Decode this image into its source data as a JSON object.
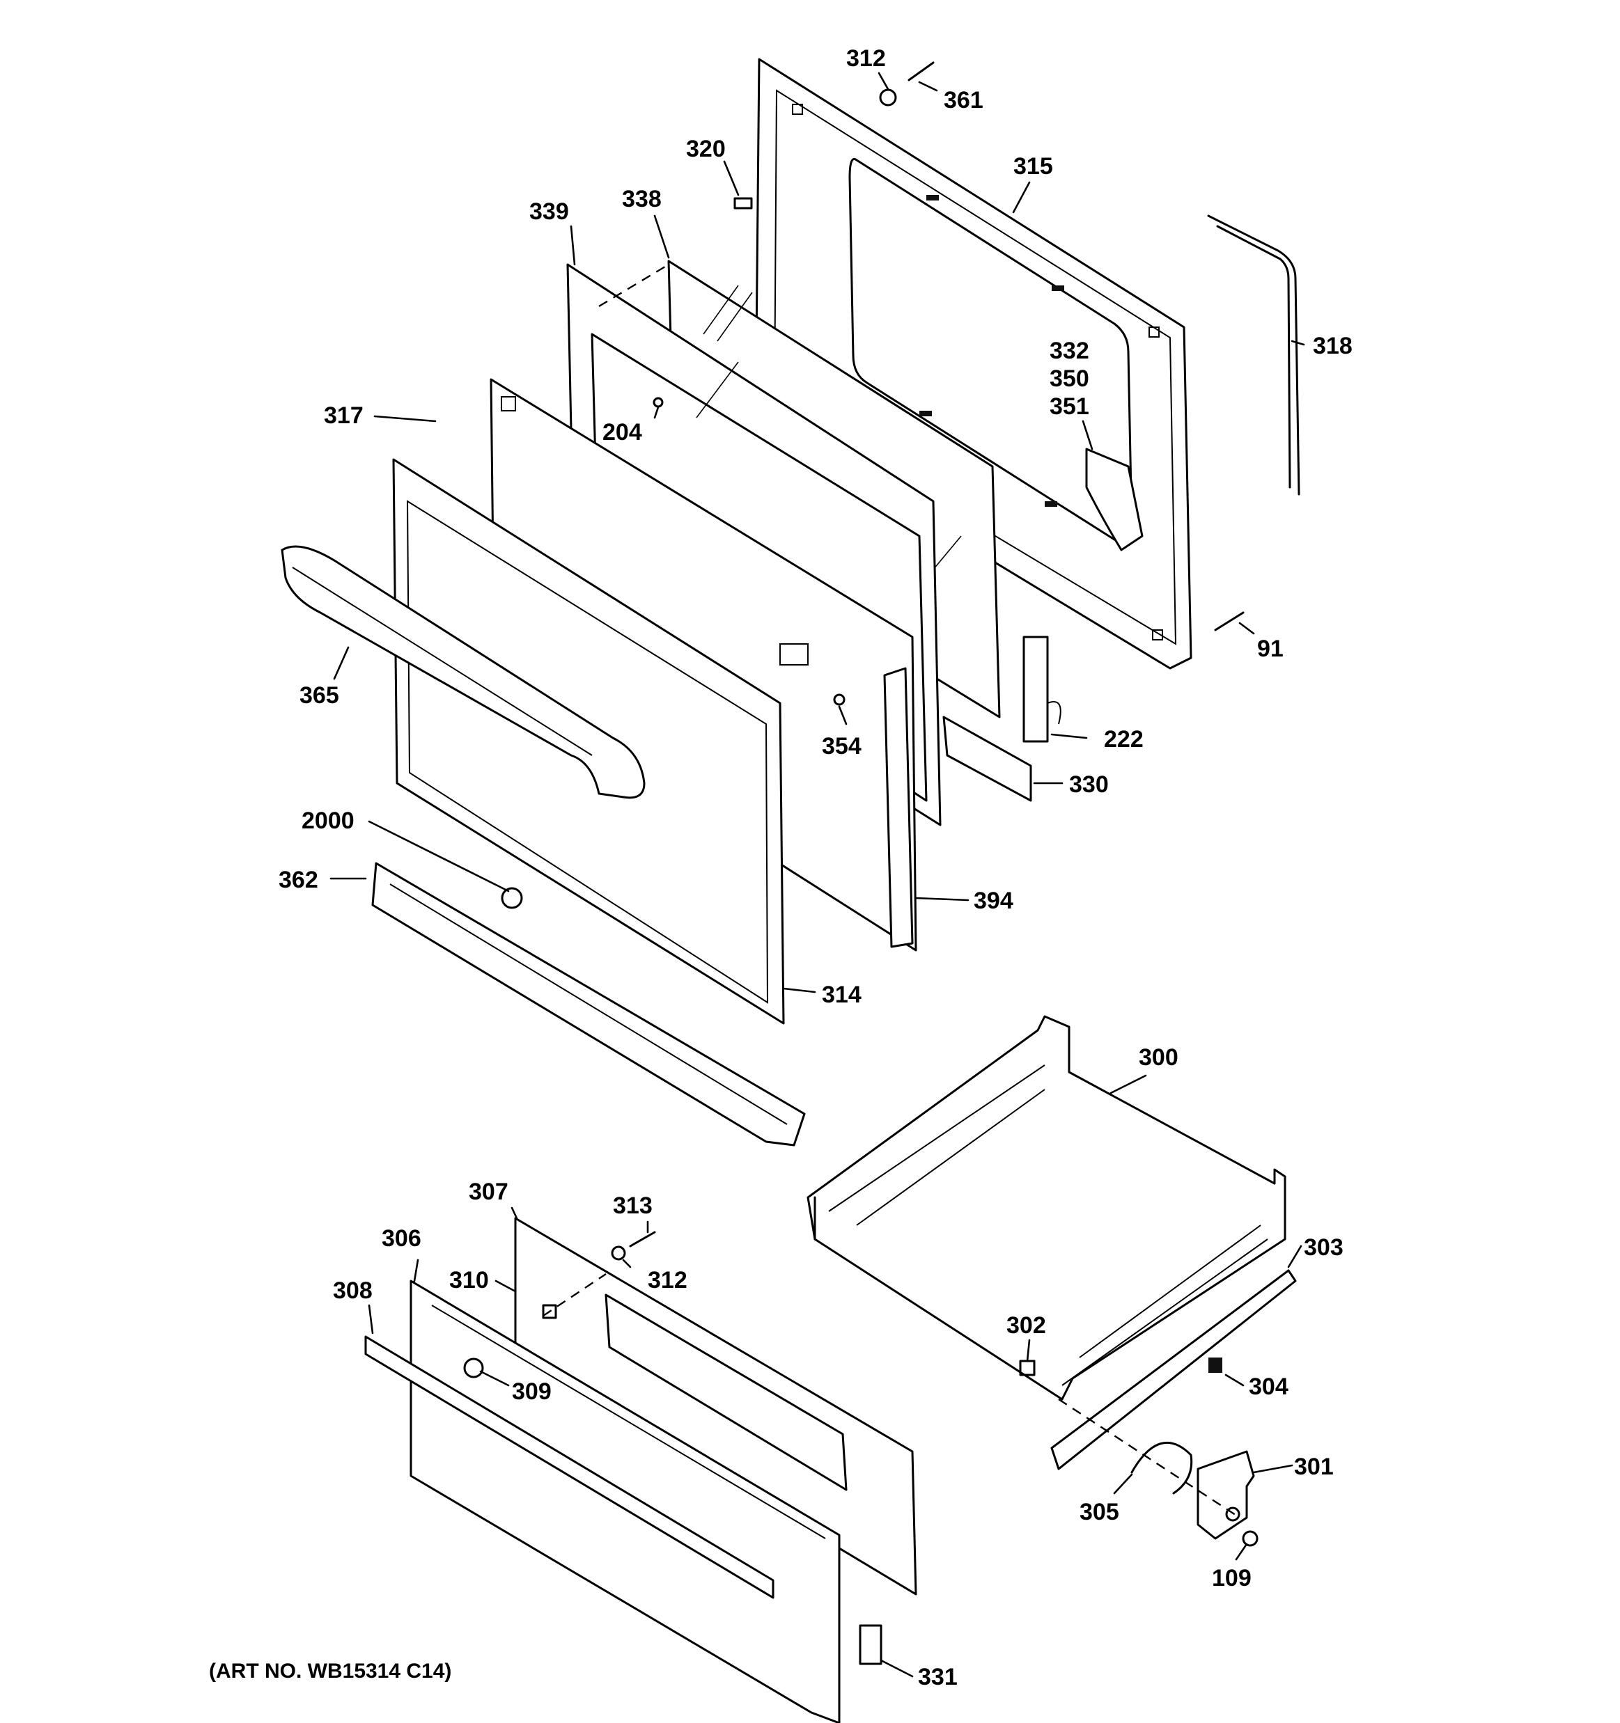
{
  "art_number": "(ART NO. WB15314 C14)",
  "callouts": {
    "c312a": "312",
    "c361": "361",
    "c320": "320",
    "c315": "315",
    "c339": "339",
    "c338": "338",
    "c318": "318",
    "c332": "332",
    "c350": "350",
    "c351": "351",
    "c317": "317",
    "c204": "204",
    "c91": "91",
    "c365": "365",
    "c354": "354",
    "c222": "222",
    "c330": "330",
    "c2000": "2000",
    "c362": "362",
    "c394": "394",
    "c314": "314",
    "c300": "300",
    "c307": "307",
    "c313": "313",
    "c306": "306",
    "c312b": "312",
    "c310": "310",
    "c308": "308",
    "c303": "303",
    "c302": "302",
    "c309": "309",
    "c304": "304",
    "c301": "301",
    "c305": "305",
    "c109": "109",
    "c331": "331"
  }
}
